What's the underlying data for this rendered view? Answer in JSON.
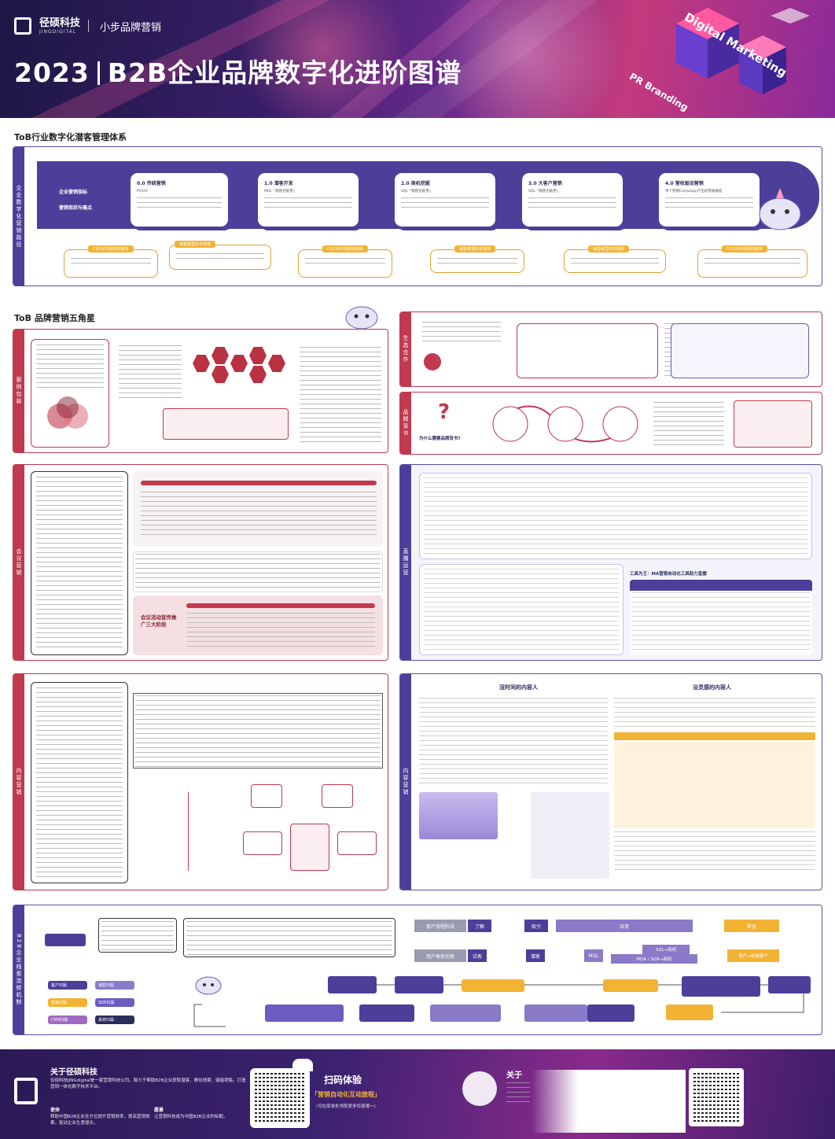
{
  "header": {
    "brand_name": "径硕科技",
    "brand_sub": "JINGDIGITAL",
    "brand_tag": "小步品牌营销",
    "year": "2023",
    "title": "B2B企业品牌数字化进阶图谱",
    "deco_1": "Digital Marketing",
    "deco_2": "PR Branding"
  },
  "sec1": {
    "heading": "ToB行业数字化潜客管理体系",
    "side": "企业数字化营销路径",
    "left_labels": [
      "企业营销指标",
      "营销现状与痛点"
    ],
    "stages": [
      {
        "title": "0.0 传统营销",
        "sub": "PV/UV"
      },
      {
        "title": "1.0 潜客开发",
        "sub": "MQL「销售也能用」"
      },
      {
        "title": "2.0 商机挖掘",
        "sub": "SQL「销售也能用」"
      },
      {
        "title": "3.0 大客户营销",
        "sub": "SQL「销售也能用」"
      },
      {
        "title": "4.0 营收驱动营销",
        "sub": "单个营销Campaign产出的营收额度"
      }
    ],
    "quotes": [
      {
        "tag": "CEO对市场部的期待"
      },
      {
        "tag": "销售眼里的市场部"
      },
      {
        "tag": "CEO对市场部的期待"
      },
      {
        "tag": "销售眼里的市场部"
      },
      {
        "tag": "销售眼里的市场部"
      },
      {
        "tag": "CEO对市场部的期待"
      }
    ]
  },
  "sec2": {
    "heading": "ToB 品牌营销五角星",
    "side_case": "案例包装",
    "side_eco": "生态合作",
    "side_bg": "品牌背书",
    "bg_question": "为什么需要品牌背书?",
    "side_meeting": "会议营销",
    "side_live": "直播运营",
    "meeting_title": "会议活动宣传推广三大阶段",
    "live_tool": "工具为王：MA营销自动化工具助力直播",
    "side_content": "内容营销",
    "content_left": "沒时间的内容人",
    "content_right": "没灵感的内容人"
  },
  "sec3": {
    "side": "B2B企业线索流转机制",
    "stages": [
      "客户旅程阶段",
      "了解",
      "吸引",
      "培育",
      "转化"
    ],
    "roles": [
      "用户角色切换",
      "访客",
      "潜客",
      "MQL",
      "SQL→商机",
      "MQA / SQA→商机",
      "客户→忠诚客户"
    ],
    "legend": [
      "客户归属",
      "销售归属",
      "营销归属",
      "SDR归属",
      "CRM归属",
      "系统归属"
    ]
  },
  "footer": {
    "about_title": "关于径硕科技",
    "about_body": "径硕科技JINGdigital是一家营销科技公司，致力于帮助B2B企业获取潜客、孵化线索、赋能销售，打造营销一体化数字技术平台。",
    "mission_label": "使命",
    "mission": "帮助中国B2B企业全方位提升营销效率，提高营销效果，驱动企业生意增长。",
    "vision_label": "愿景",
    "vision": "让营销科技成为中国B2B企业的标配。",
    "scan_title": "扫码体验",
    "scan_sub": "「营销自动化互动旅程」",
    "scan_note": "(可在菜单处领取更多惊喜哦～)",
    "about2_title": "关于",
    "colors": {
      "primary": "#4c3f9a",
      "accent": "#c0394f",
      "yellow": "#f2b233"
    }
  }
}
